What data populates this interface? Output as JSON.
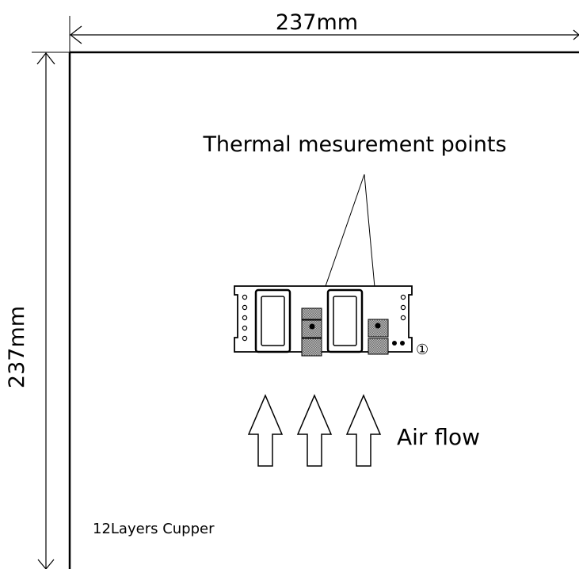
{
  "dimensions": {
    "width_label": "237mm",
    "height_label": "237mm"
  },
  "callout": {
    "label": "Thermal mesurement points",
    "point_count": 2
  },
  "module": {
    "marker_label": "①"
  },
  "airflow": {
    "label": "Air flow",
    "arrow_count": 3
  },
  "board": {
    "material_label": "12Layers Cupper"
  }
}
